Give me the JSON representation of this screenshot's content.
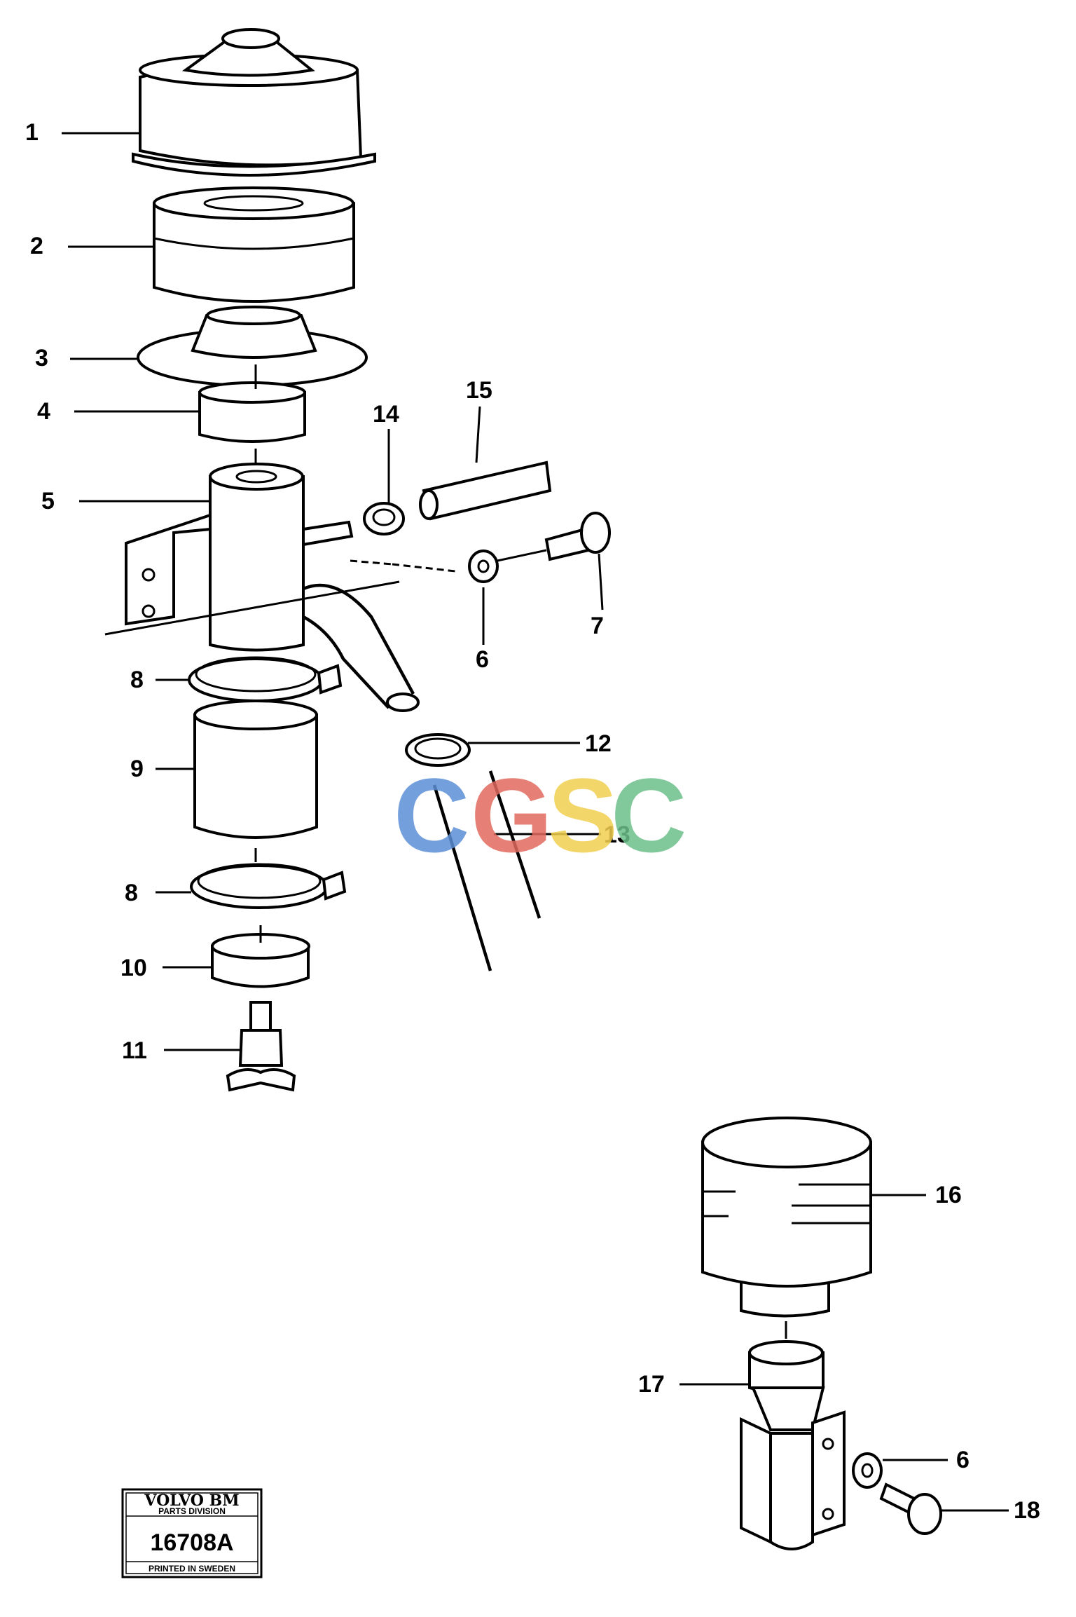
{
  "callouts": {
    "c1": "1",
    "c2": "2",
    "c3": "3",
    "c4": "4",
    "c5": "5",
    "c6a": "6",
    "c6b": "6",
    "c7": "7",
    "c8a": "8",
    "c8b": "8",
    "c9": "9",
    "c10": "10",
    "c11": "11",
    "c12": "12",
    "c13": "13",
    "c14": "14",
    "c15": "15",
    "c16": "16",
    "c17": "17",
    "c18": "18"
  },
  "stamp": {
    "brand": "VOLVO BM",
    "division": "PARTS DIVISION",
    "number": "16708A",
    "footer": "PRINTED IN SWEDEN"
  },
  "watermark": {
    "letters": [
      "C",
      "G",
      "S",
      "C"
    ],
    "colors": [
      "#5b8fd6",
      "#e26a5f",
      "#f2cf4f",
      "#6cbf8a"
    ]
  }
}
